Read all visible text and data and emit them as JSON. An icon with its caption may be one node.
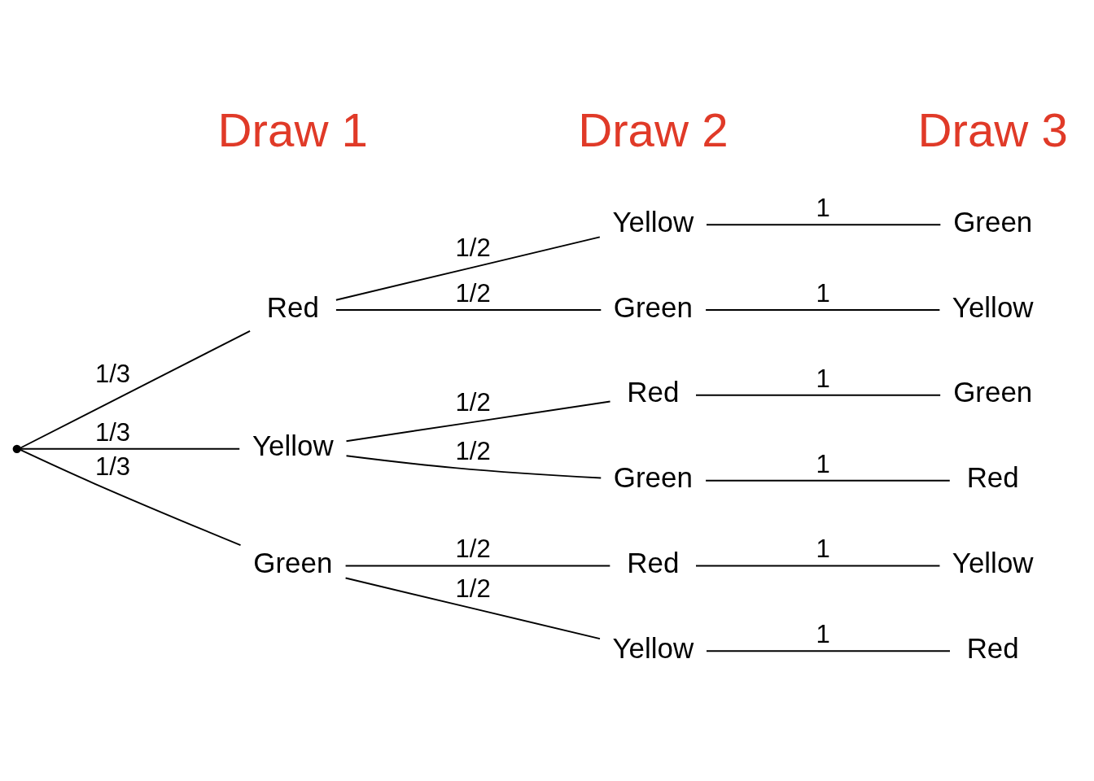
{
  "diagram": {
    "nodes": [
      {
        "text": [],
        "shape": "point"
      },
      {
        "text": [
          "Red"
        ]
      },
      {
        "text": [
          "Yellow"
        ]
      },
      {
        "text": [
          "Green"
        ]
      },
      {
        "text": [
          "Yellow"
        ]
      },
      {
        "text": [
          "Green"
        ]
      },
      {
        "text": [
          "Red"
        ]
      },
      {
        "text": [
          "Green"
        ]
      },
      {
        "text": [
          "Red"
        ]
      },
      {
        "text": [
          "Yellow"
        ]
      },
      {
        "text": [
          "Green"
        ]
      },
      {
        "text": [
          "Yellow"
        ]
      },
      {
        "text": [
          "Green"
        ]
      },
      {
        "text": [
          "Red"
        ]
      },
      {
        "text": [
          "Yellow"
        ]
      },
      {
        "text": [
          "Red"
        ]
      }
    ],
    "edges": [
      {
        "from": 0,
        "to": 1,
        "arrow": "none",
        "label": "1/3"
      },
      {
        "from": 0,
        "to": 2,
        "arrow": "none",
        "label": "1/3"
      },
      {
        "from": 0,
        "to": 3,
        "arrow": "none",
        "label": "1/3"
      },
      {
        "from": 1,
        "to": 4,
        "arrow": "none",
        "label": "1/2"
      },
      {
        "from": 1,
        "to": 5,
        "arrow": "none",
        "label": "1/2"
      },
      {
        "from": 2,
        "to": 6,
        "arrow": "none",
        "label": "1/2"
      },
      {
        "from": 2,
        "to": 7,
        "arrow": "none",
        "label": "1/2"
      },
      {
        "from": 3,
        "to": 8,
        "arrow": "none",
        "label": "1/2"
      },
      {
        "from": 3,
        "to": 9,
        "arrow": "none",
        "label": "1/2"
      },
      {
        "from": 4,
        "to": 10,
        "arrow": "none",
        "label": "1"
      },
      {
        "from": 5,
        "to": 11,
        "arrow": "none",
        "label": "1"
      },
      {
        "from": 6,
        "to": 12,
        "arrow": "none",
        "label": "1"
      },
      {
        "from": 7,
        "to": 13,
        "arrow": "none",
        "label": "1"
      },
      {
        "from": 8,
        "to": 14,
        "arrow": "none",
        "label": "1"
      },
      {
        "from": 9,
        "to": 15,
        "arrow": "none",
        "label": "1"
      }
    ],
    "labels": [
      "Draw 1",
      "Draw 2",
      "Draw 3"
    ]
  }
}
